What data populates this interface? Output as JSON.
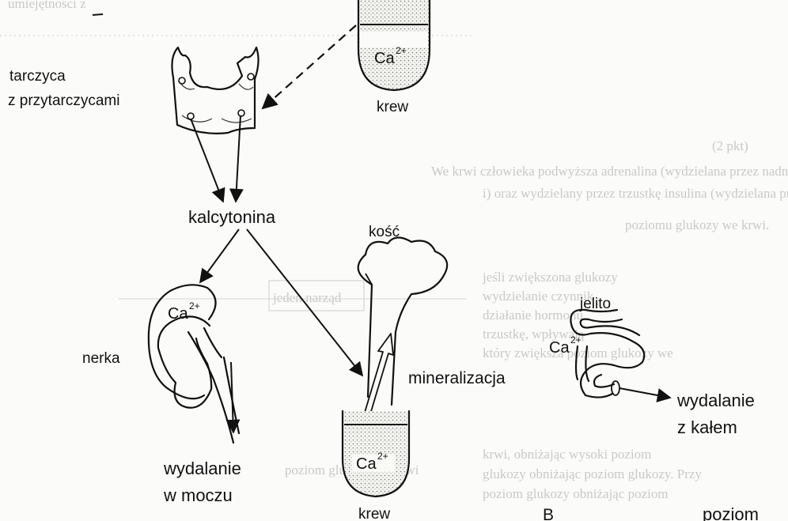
{
  "labels": {
    "thyroid": [
      "tarczyca",
      "z przytarczycami"
    ],
    "blood_top": "krew",
    "blood_bottom": "krew",
    "ca_ion_base": "Ca",
    "ca_ion_charge": "2+",
    "hormone": "kalcytonina",
    "bone": "kość",
    "kidney": "nerka",
    "urine_excretion": [
      "wydalanie",
      "w moczu"
    ],
    "mineralization": "mineralizacja",
    "intestine": "jelito",
    "feces_excretion": [
      "wydalanie",
      "z kałem"
    ],
    "corner_letter": "B",
    "corner_word": "poziom"
  },
  "background_text": [
    "umiejętności z",
    "(2 pkt)",
    "We krwi człowieka podwyższa adrenalina (wydzielana przez nadn",
    "i) oraz wydzielany przez trzustkę insulina (wydzielana przez trzustkę)",
    "poziomu glukozy we krwi.",
    "jeśli zwiększona glukozy",
    "wydzielanie czynnik",
    "działanie hormonu",
    "trzustkę, wpływają",
    "który zwiększa poziom glukozy we",
    "krwi, obniżając wysoki poziom",
    "glukozy obniżając poziom glukozy. Przy",
    "poziom glukozy obniżając poziom",
    "jeden narząd",
    "poziom glukozy we krwi"
  ],
  "colors": {
    "ink": "#111111",
    "paper": "#fbfbf9",
    "bleed_through": "#8c8c8c"
  }
}
